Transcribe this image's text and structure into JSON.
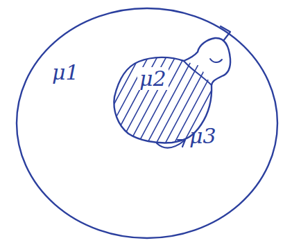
{
  "diagram": {
    "nodes": [
      {
        "text": [
          "μ1"
        ]
      },
      {
        "text": [
          "μ2"
        ],
        "in": 0
      }
    ],
    "labels": [
      "μ3"
    ]
  }
}
